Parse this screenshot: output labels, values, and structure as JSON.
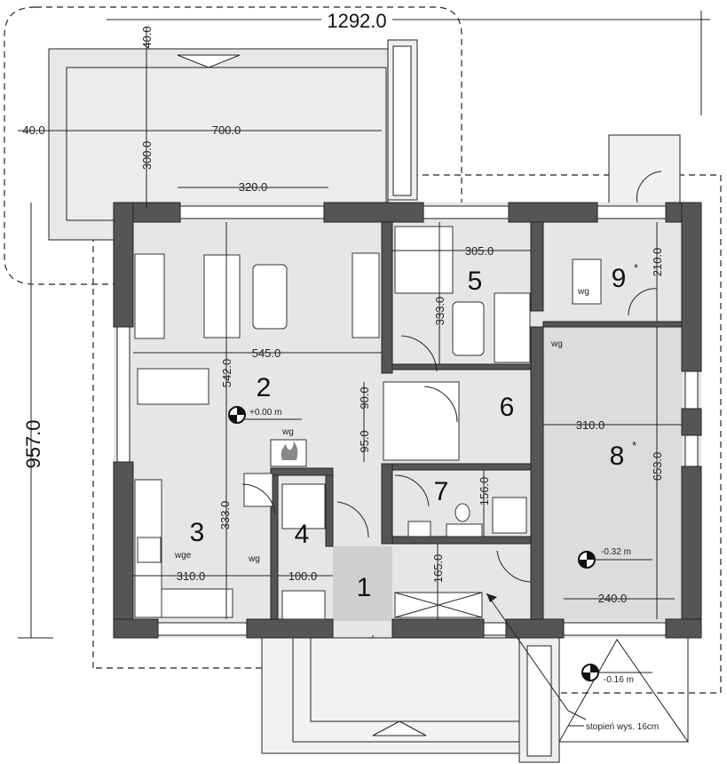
{
  "dimensions": {
    "total_width": "1292.0",
    "total_depth": "957.0",
    "terrace_offset_top": "40.0",
    "terrace_offset_left": "40.0",
    "terrace_width": "700.0",
    "terrace_depth": "300.0",
    "window_width": "320.0",
    "room2_width": "545.0",
    "room2_depth": "542.0",
    "room5_width": "305.0",
    "room5_depth": "333.0",
    "room9_depth": "210.0",
    "stair_90": "90.0",
    "stair_95": "95.0",
    "room8_width": "310.0",
    "room8_depth": "653.0",
    "room7_depth": "156.0",
    "room3_depth": "333.0",
    "room3_width": "310.0",
    "room4_width": "100.0",
    "room1_depth": "165.0",
    "room8_window": "240.0"
  },
  "rooms": {
    "r1": "1",
    "r2": "2",
    "r3": "3",
    "r4": "4",
    "r5": "5",
    "r6": "6",
    "r7": "7",
    "r8": "8",
    "r9": "9",
    "asterisk": "*"
  },
  "levels": {
    "main": "+0.00 m",
    "room8": "-0.32 m",
    "entry": "-0.16 m"
  },
  "labels": {
    "wg": "wg",
    "wge": "wge",
    "step_note": "stopień wys. 16cm"
  },
  "colors": {
    "wall": "#555555",
    "floor": "#e6e6e6",
    "entry_floor": "#cfcfcf"
  }
}
